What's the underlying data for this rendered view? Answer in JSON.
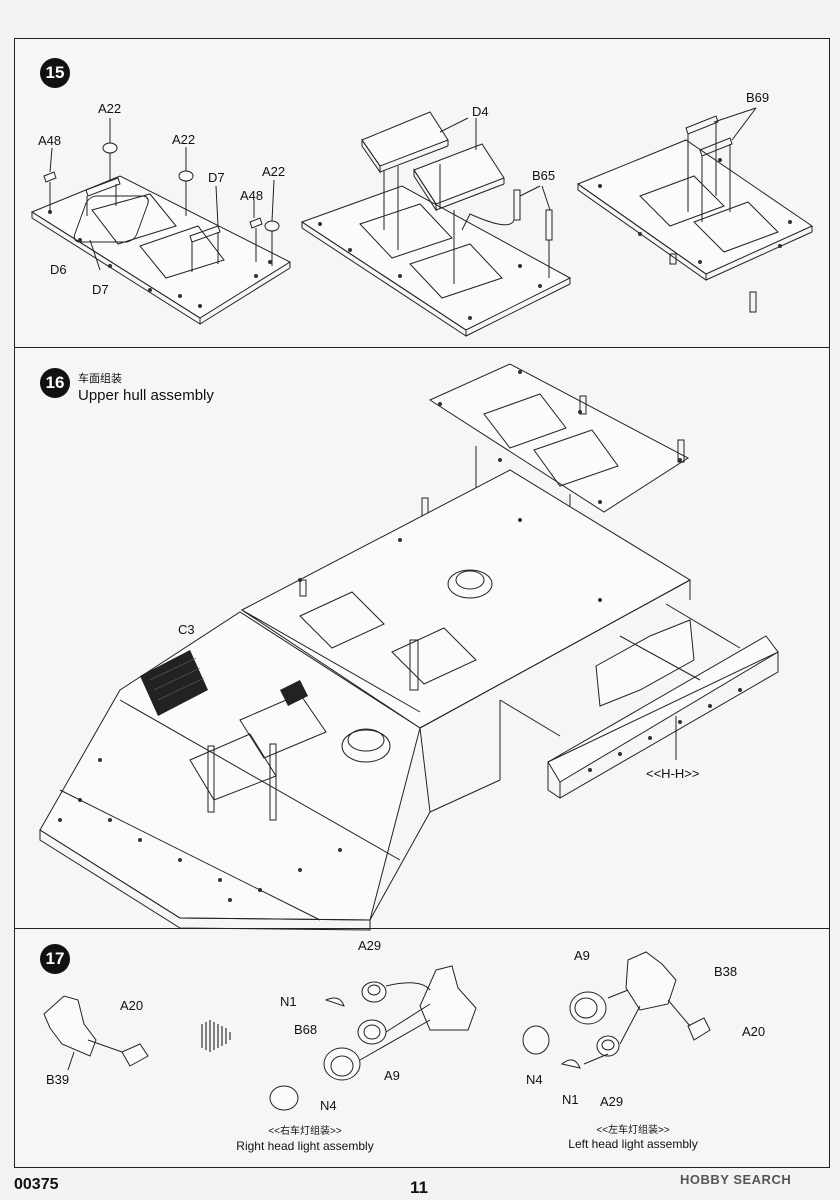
{
  "step15": {
    "number": "15",
    "labels": {
      "a22_1": "A22",
      "a48_1": "A48",
      "a22_2": "A22",
      "d7_1": "D7",
      "a22_3": "A22",
      "a48_2": "A48",
      "d6": "D6",
      "d7_2": "D7",
      "d4": "D4",
      "b65": "B65",
      "b69": "B69"
    }
  },
  "step16": {
    "number": "16",
    "title_cn": "车面组装",
    "title_en": "Upper hull assembly",
    "labels": {
      "c3": "C3",
      "hh": "<<H-H>>"
    }
  },
  "step17": {
    "number": "17",
    "labels": {
      "a20_left": "A20",
      "b39": "B39",
      "a29_r": "A29",
      "n1_r": "N1",
      "b68": "B68",
      "a9_r": "A9",
      "n4_r": "N4",
      "a9_l": "A9",
      "b38": "B38",
      "a20_l": "A20",
      "n4_l": "N4",
      "n1_l": "N1",
      "a29_l": "A29"
    },
    "right_caption_cn": "<<右车灯组装>>",
    "right_caption_en": "Right head light assembly",
    "left_caption_cn": "<<左车灯组装>>",
    "left_caption_en": "Left head light assembly"
  },
  "footer": {
    "code": "00375",
    "page": "11",
    "watermark": "HOBBY SEARCH"
  }
}
